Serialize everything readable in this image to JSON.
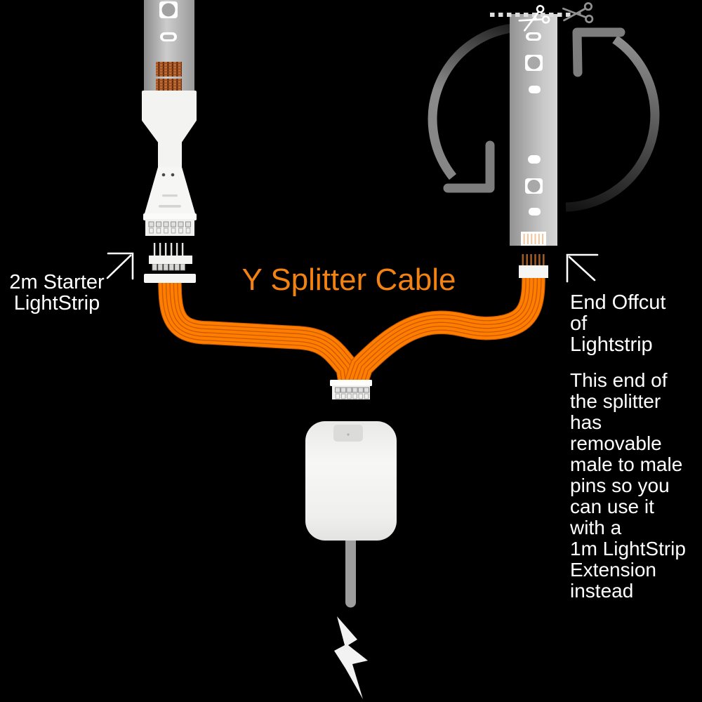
{
  "title": {
    "text": "Y Splitter Cable"
  },
  "labels": {
    "left_strip": "2m Starter\nLightStrip",
    "offcut": "End Offcut\nof\nLightstrip",
    "note": "This end of\nthe splitter\nhas\nremovable\nmale to male\npins so you\ncan use it\nwith a\n1m LightStrip\nExtension\ninstead"
  },
  "icons": {
    "scissors_on_strip": "scissors-icon",
    "scissors_large": "scissors-icon",
    "cut_line": "dashed-cut-line",
    "rotate": "rotate-arrow-icon",
    "pointer_left": "up-right-arrow-icon",
    "pointer_right": "up-left-arrow-icon",
    "power": "lightning-bolt-icon"
  },
  "colors": {
    "background": "#000000",
    "cable_orange": "#ff7e00",
    "cable_dark": "#cb5900",
    "title_orange": "#f28211",
    "text_white": "#ffffff",
    "strip_grey": "#b9b9b9",
    "arrow_grey": "#7d7d7d",
    "copper": "#b5632e"
  }
}
